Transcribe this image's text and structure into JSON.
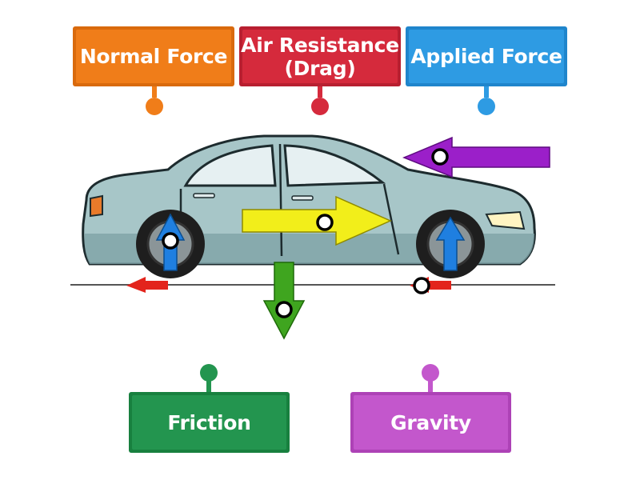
{
  "labels": {
    "normal_force": {
      "text": "Normal Force",
      "color": "#f07d19",
      "shade": "#d96a0d"
    },
    "air_resistance": {
      "text": "Air Resistance\n(Drag)",
      "color": "#d52a3c",
      "shade": "#b81f30"
    },
    "applied_force": {
      "text": "Applied Force",
      "color": "#2e9be3",
      "shade": "#1f85cc"
    },
    "friction": {
      "text": "Friction",
      "color": "#23954f",
      "shade": "#18803f"
    },
    "gravity": {
      "text": "Gravity",
      "color": "#c357cc",
      "shade": "#ad42b6"
    }
  },
  "arrows": {
    "applied": "#9b1fc9",
    "drag": "#f2ee1a",
    "normal": "#1f7fe0",
    "gravity": "#3fa51f",
    "friction": "#e3241c"
  },
  "car_color": "#a7c6c8"
}
